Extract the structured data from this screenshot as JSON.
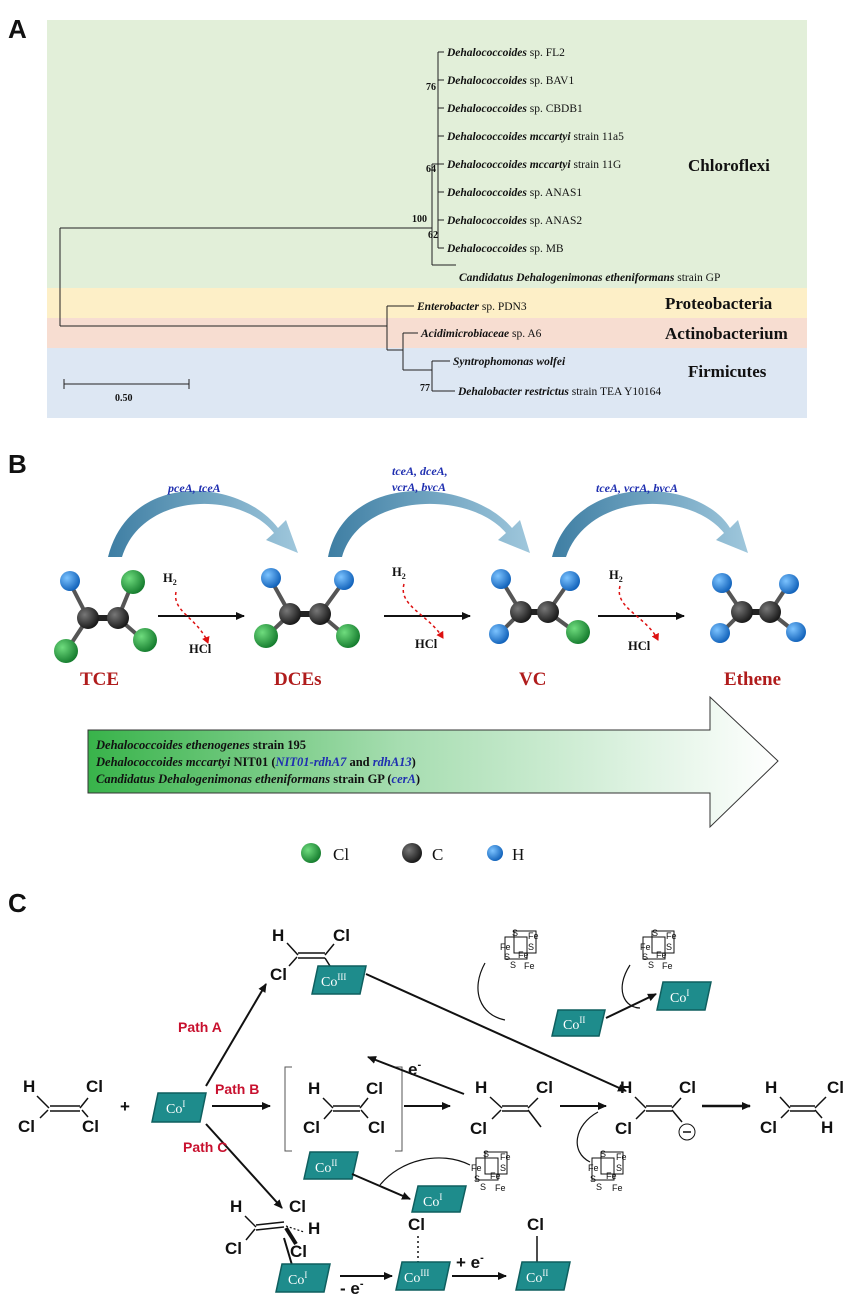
{
  "panelA": {
    "letter": "A",
    "taxa": [
      {
        "italic": "Dehalococcoides",
        "rest": " sp. FL2"
      },
      {
        "italic": "Dehalococcoides",
        "rest": " sp. BAV1"
      },
      {
        "italic": "Dehalococcoides",
        "rest": " sp. CBDB1"
      },
      {
        "italic": "Dehalococcoides mccartyi",
        "rest": " strain 11a5"
      },
      {
        "italic": "Dehalococcoides mccartyi",
        "rest": " strain 11G"
      },
      {
        "italic": "Dehalococcoides",
        "rest": " sp. ANAS1"
      },
      {
        "italic": "Dehalococcoides",
        "rest": " sp. ANAS2"
      },
      {
        "italic": "Dehalococcoides",
        "rest": " sp. MB"
      },
      {
        "italic": "Candidatus Dehalogenimonas etheniformans",
        "rest": " strain GP"
      },
      {
        "italic": "Enterobacter",
        "rest": " sp. PDN3"
      },
      {
        "italic": "Acidimicrobiaceae",
        "rest": " sp. A6"
      },
      {
        "italic": "Syntrophomonas wolfei",
        "rest": ""
      },
      {
        "italic": "Dehalobacter restrictus",
        "rest": " strain TEA Y10164"
      }
    ],
    "bootstrap": [
      "76",
      "64",
      "100",
      "62",
      "77"
    ],
    "phyla": [
      "Chloroflexi",
      "Proteobacteria",
      "Actinobacterium",
      "Firmicutes"
    ],
    "scale": "0.50",
    "colors": {
      "chloroflexi": "#e2efd9",
      "proteobacteria": "#fdefc7",
      "actinobacterium": "#f7ddd1",
      "firmicutes": "#dde7f3"
    }
  },
  "panelB": {
    "letter": "B",
    "genes": [
      "pceA, tceA",
      "tceA, dceA,",
      "vcrA, bvcA",
      "tceA, vcrA, bvcA"
    ],
    "h2": "H",
    "h2sub": "2",
    "hcl": "HCl",
    "compounds": [
      "TCE",
      "DCEs",
      "VC",
      "Ethene"
    ],
    "strains": [
      {
        "it": "Dehalococcoides ethenogenes",
        "rest": " strain 195"
      },
      {
        "it": "Dehalococcoides mccartyi",
        "mid": " NIT01 (",
        "blue1": "NIT01-rdhA7",
        "and": " and ",
        "blue2": "rdhA13",
        "end": ")"
      },
      {
        "it": "Candidatus Dehalogenimonas etheniformans",
        "mid": " strain GP (",
        "blue1": "cerA",
        "end": ")"
      }
    ],
    "legend": [
      "Cl",
      "C",
      "H"
    ],
    "colors": {
      "cl": "#1a9a3a",
      "c": "#333333",
      "h": "#1f7fe0",
      "arrow": "#4a87a8"
    }
  },
  "panelC": {
    "letter": "C",
    "paths": [
      "Path A",
      "Path B",
      "Path C"
    ],
    "atoms": {
      "H": "H",
      "Cl": "Cl"
    },
    "co": {
      "prefix": "Co",
      "I": "I",
      "II": "II",
      "III": "III"
    },
    "plus": "+",
    "electron": "e",
    "eminus": "-",
    "plusE": "+ e",
    "minusE": "- e",
    "feS": {
      "fe": "Fe",
      "s": "S"
    },
    "colors": {
      "co": "#1e8c8c",
      "coDark": "#0f5f5f",
      "path": "#c8102e"
    }
  }
}
